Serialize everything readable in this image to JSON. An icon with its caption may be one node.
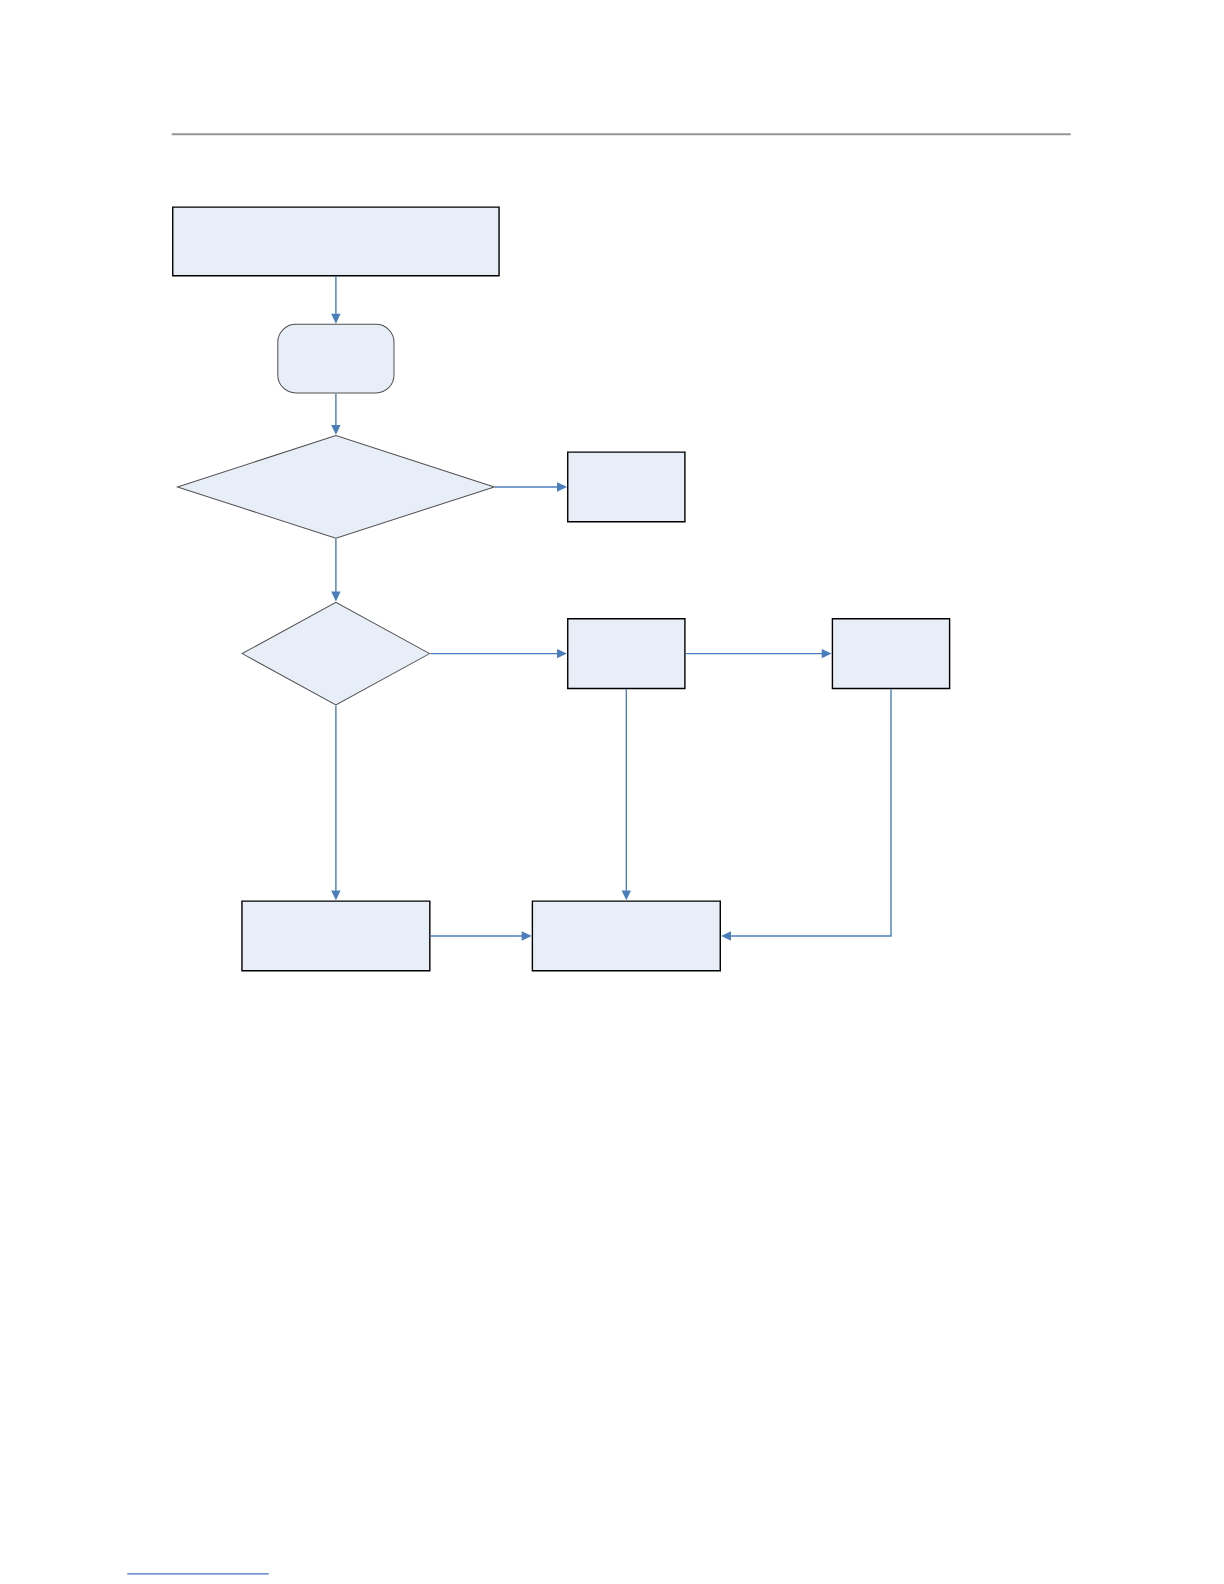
{
  "diagram": {
    "nodes": [
      {
        "text": [],
        "shape": "box"
      },
      {
        "text": [],
        "shape": "box"
      },
      {
        "text": [],
        "shape": "diamond"
      },
      {
        "text": [],
        "shape": "box"
      },
      {
        "text": [],
        "shape": "diamond"
      },
      {
        "text": [],
        "shape": "box"
      },
      {
        "text": [],
        "shape": "box"
      },
      {
        "text": [],
        "shape": "box"
      },
      {
        "text": [],
        "shape": "box"
      }
    ],
    "edges": [
      {
        "from": 0,
        "to": 1,
        "arrow": "to"
      },
      {
        "from": 1,
        "to": 2,
        "arrow": "to"
      },
      {
        "from": 2,
        "to": 3,
        "arrow": "to"
      },
      {
        "from": 2,
        "to": 4,
        "arrow": "to"
      },
      {
        "from": 4,
        "to": 5,
        "arrow": "to"
      },
      {
        "from": 5,
        "to": 6,
        "arrow": "to"
      },
      {
        "from": 4,
        "to": 7,
        "arrow": "to"
      },
      {
        "from": 5,
        "to": 8,
        "arrow": "to"
      },
      {
        "from": 6,
        "to": 8,
        "arrow": "to"
      },
      {
        "from": 7,
        "to": 8,
        "arrow": "to"
      }
    ]
  }
}
